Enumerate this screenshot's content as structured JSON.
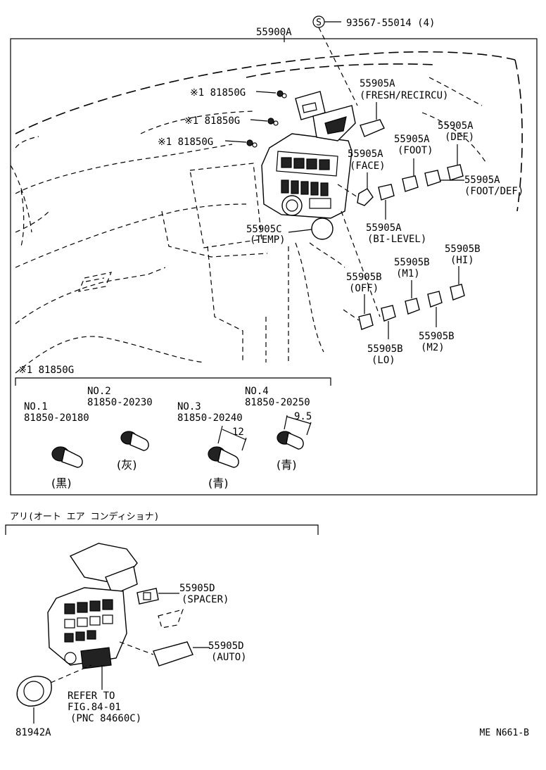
{
  "diagram": {
    "top_assembly": "55900A",
    "screw": {
      "symbol": "S",
      "part": "93567-55014 (4)"
    },
    "bulb_refs": [
      {
        "mark": "※1",
        "part": "81850G"
      },
      {
        "mark": "※1",
        "part": "81850G"
      },
      {
        "mark": "※1",
        "part": "81850G"
      }
    ],
    "knobs": [
      {
        "part": "55905A",
        "desc": "(FRESH/RECIRCU)"
      },
      {
        "part": "55905A",
        "desc": "(DEF)"
      },
      {
        "part": "55905A",
        "desc": "(FOOT)"
      },
      {
        "part": "55905A",
        "desc": "(FACE)"
      },
      {
        "part": "55905A",
        "desc": "(FOOT/DEF)"
      },
      {
        "part": "55905A",
        "desc": "(BI-LEVEL)"
      },
      {
        "part": "55905C",
        "desc": "(TEMP)"
      },
      {
        "part": "55905B",
        "desc": "(HI)"
      },
      {
        "part": "55905B",
        "desc": "(M1)"
      },
      {
        "part": "55905B",
        "desc": "(OFF)"
      },
      {
        "part": "55905B",
        "desc": "(M2)"
      },
      {
        "part": "55905B",
        "desc": "(LO)"
      }
    ],
    "bulb_section": {
      "header": "※1 81850G",
      "bulbs": [
        {
          "no": "NO.1",
          "part": "81850-20180",
          "color": "(黒)"
        },
        {
          "no": "NO.2",
          "part": "81850-20230",
          "color": "(灰)"
        },
        {
          "no": "NO.3",
          "part": "81850-20240",
          "color": "(青)",
          "dim": "12"
        },
        {
          "no": "NO.4",
          "part": "81850-20250",
          "color": "(青)",
          "dim": "9.5"
        }
      ]
    },
    "lower_section": {
      "header": "アリ(オート エア コンディショナ)",
      "spacer": {
        "part": "55905D",
        "desc": "(SPACER)"
      },
      "auto": {
        "part": "55905D",
        "desc": "(AUTO)"
      },
      "refer": [
        "REFER TO",
        "FIG.84-01",
        "(PNC 84660C)"
      ],
      "lens": "81942A"
    },
    "code": "ME N661-B"
  }
}
